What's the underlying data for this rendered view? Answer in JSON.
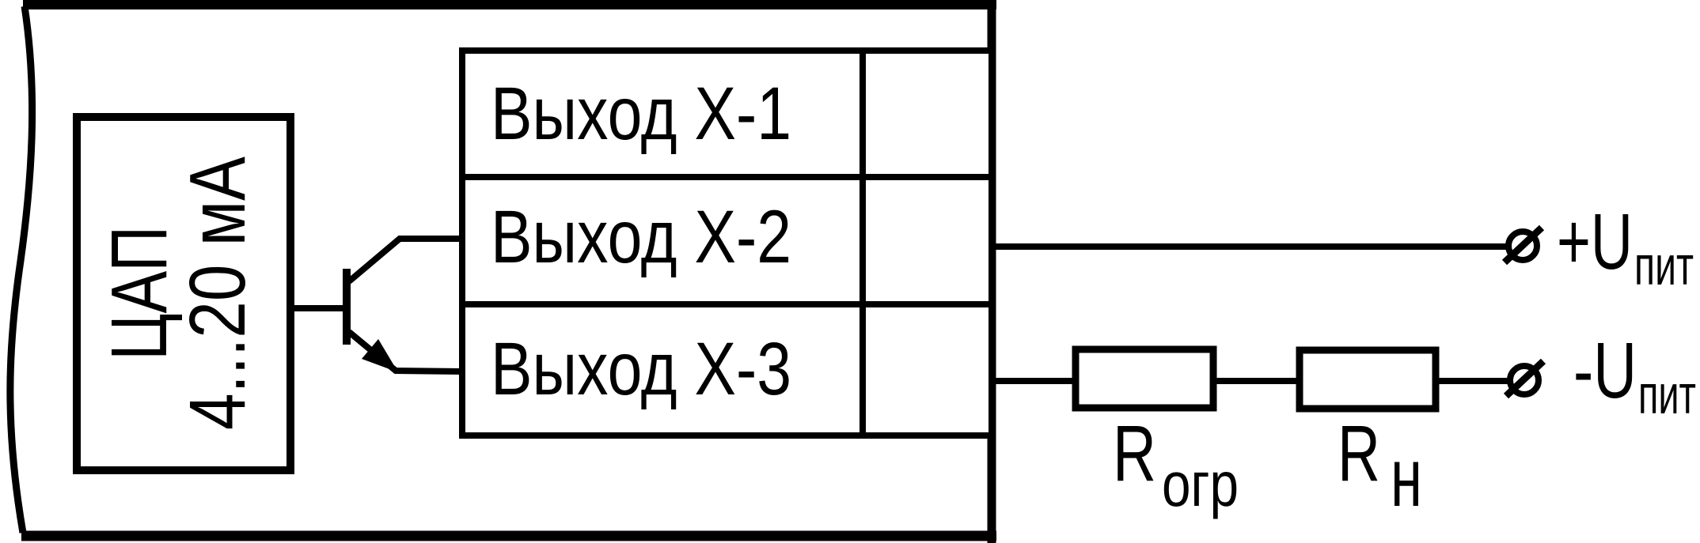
{
  "diagram": {
    "type": "circuit-connection-schematic",
    "dac_block": {
      "line1": "ЦАП",
      "line2": "4...20 мА"
    },
    "terminal_block": {
      "row1_label": "Выход Х-1",
      "row2_label": "Выход Х-2",
      "row3_label": "Выход Х-3"
    },
    "power_terminals": {
      "plus": {
        "main": "+U",
        "sub": "пит"
      },
      "minus": {
        "main": "-U",
        "sub": "пит"
      }
    },
    "resistors": {
      "limiting": {
        "main": "R",
        "sub": "огр"
      },
      "load": {
        "main": "R",
        "sub": "н"
      }
    },
    "colors": {
      "ink": "#000000",
      "background": "#ffffff"
    }
  }
}
